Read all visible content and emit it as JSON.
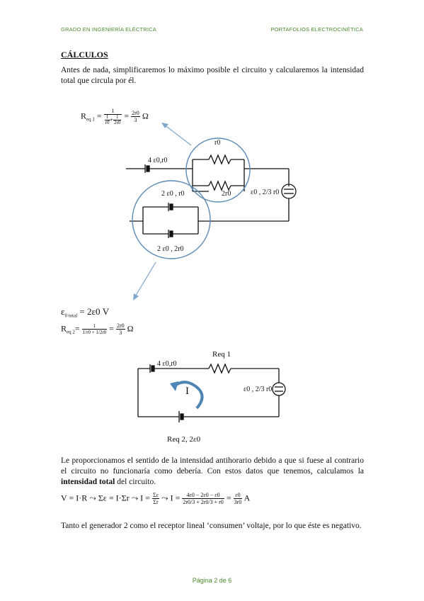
{
  "header": {
    "left": "GRADO EN INGENIERÍA ELÉCTRICA",
    "right": "PORTAFOLIOS ELECTROCINÉTICA"
  },
  "section_title": "CÁLCULOS",
  "intro": "Antes de nada, simplificaremos lo máximo posible el circuito y calcularemos la intensidad total que circula por él.",
  "circuit1": {
    "req1_label": "R",
    "req1_sub": "eq 1",
    "req1_eq": "=",
    "req1_num": "1",
    "req1_den_a": "1",
    "req1_den_a_r": "r0",
    "req1_den_plus": "+",
    "req1_den_b": "1",
    "req1_den_b_r": "2r0",
    "req1_result_num": "2r0",
    "req1_result_den": "3",
    "req1_unit": "Ω",
    "top_source": "4 ε0,r0",
    "resistor_top": "r0",
    "resistor_bottom": "2r0",
    "receiver": "ε0 , 2/3 r0",
    "gen_top": "2 ε0 , r0",
    "gen_bottom": "2 ε0 , 2r0"
  },
  "etotal": {
    "label": "ε",
    "sub": "0 total",
    "value": "= 2ε0 V"
  },
  "req2": {
    "label": "R",
    "sub": "eq 2",
    "eq": "=",
    "num": "1",
    "den": "1/r0 + 1/2r0",
    "result_num": "2r0",
    "result_den": "3",
    "unit": "Ω"
  },
  "circuit2": {
    "source": "4 ε0,r0",
    "req1": "Req 1",
    "current": "I",
    "receiver": "ε0 , 2/3 r0",
    "bottom": "Req 2, 2ε0"
  },
  "para2_a": "Le proporcionamos el sentido de la intensidad antihorario debido a que si fuese al contrario el circuito no funcionaría como debería. Con estos datos que tenemos, calculamos la ",
  "para2_bold": "intensidad total",
  "para2_b": " del circuito.",
  "ohm": {
    "part1": "V = I·R ⤳ Σε = I·Σr ⤳ I =",
    "frac1_num": "Σε",
    "frac1_den": "Σr",
    "part2": "⤳ I =",
    "frac2_num": "4ε0 − 2ε0 − ε0",
    "frac2_den": "2r0/3 + 2r0/3 + r0",
    "part3": "=",
    "frac3_num": "ε0",
    "frac3_den": "3r0",
    "unit": "A"
  },
  "para3": "Tanto el generador 2 como el receptor lineal ‘consumen’ voltaje, por lo que éste es negativo.",
  "footer": "Página 2 de 6"
}
